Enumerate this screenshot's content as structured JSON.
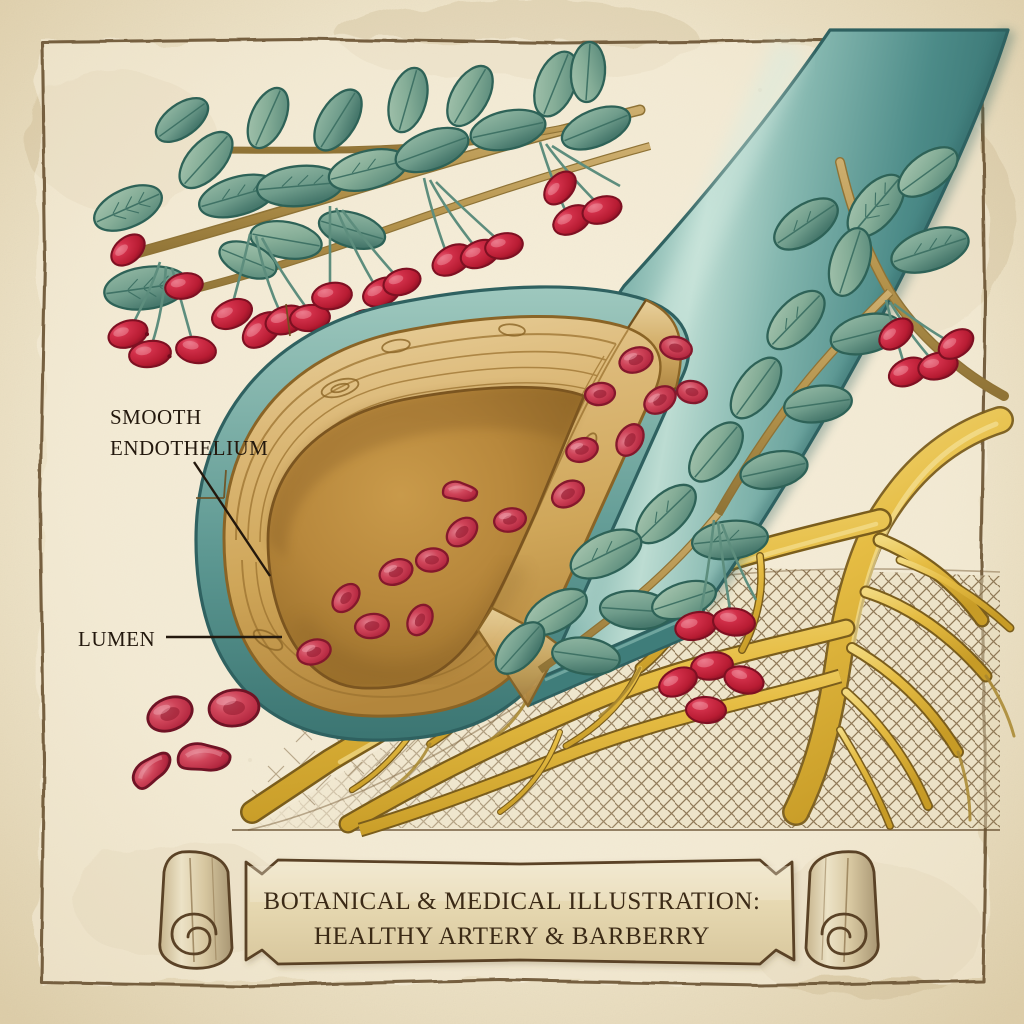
{
  "illustration": {
    "title_line1": "Botanical & Medical Illustration:",
    "title_line2": "Healthy Artery & Barberry",
    "subject_plant": "Barberry",
    "subject_anatomy": "Healthy Artery"
  },
  "labels": {
    "endothelium_line1": "Smooth",
    "endothelium_line2": "Endothelium",
    "lumen": "Lumen"
  },
  "palette": {
    "parchment": "#efe4c8",
    "parchment_inner": "#f6eeda",
    "border_ink": "#6b5435",
    "ink_text": "#23180d",
    "banner_text": "#3b2a16",
    "banner_paper": "#e9dcb8",
    "banner_shadow": "#c9b68a",
    "artery_wall_teal": "#4e8f8c",
    "artery_wall_teal_light": "#a9cfc6",
    "artery_intima_tan": "#d8b472",
    "artery_intima_dark": "#a9803e",
    "lumen_fill": "#b98a3e",
    "lumen_fill_dark": "#8a5f26",
    "blood_cell_red": "#c9364c",
    "blood_cell_light": "#e0697a",
    "leaf_green": "#8fb49e",
    "leaf_green_dark": "#2e6257",
    "branch_tan": "#b99753",
    "berry_red": "#c8203a",
    "berry_highlight": "#e8556a",
    "root_gold": "#e2b43c",
    "root_gold_light": "#f0d071",
    "soil_hatch": "#8a7350"
  },
  "figure_elements": {
    "artery": {
      "name": "Healthy artery, longitudinal cut-away",
      "parts": [
        "outer teal wall",
        "tan wood-grain intima",
        "open lumen",
        "bevelled cut edge"
      ]
    },
    "blood_cells": {
      "name": "Red blood cells",
      "count_in_lumen": 17,
      "count_free": 4,
      "shapes": [
        "biconcave disc (face-on)",
        "crescent (edge-on)"
      ]
    },
    "plant": {
      "name": "Barberry branch",
      "parts": [
        "leafy branches",
        "red berry clusters",
        "golden root system"
      ],
      "berry_cluster_count": 9
    },
    "soil": {
      "name": "Cross-hatched soil bed",
      "pattern": "diagonal cross-hatch"
    },
    "banner": {
      "name": "Title scroll",
      "ends": [
        "left curl",
        "right curl"
      ]
    }
  }
}
